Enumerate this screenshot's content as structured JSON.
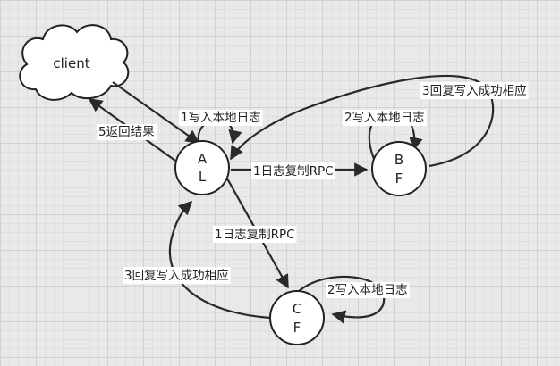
{
  "nodes": {
    "client": {
      "label": "client"
    },
    "a": {
      "line1": "A",
      "line2": "L"
    },
    "b": {
      "line1": "B",
      "line2": "F"
    },
    "c": {
      "line1": "C",
      "line2": "F"
    }
  },
  "edge_labels": {
    "a_self_write": "1写入本地日志",
    "a_to_b_rpc": "1日志复制RPC",
    "b_self_write": "2写入本地日志",
    "b_to_a_reply": "3回复写入成功相应",
    "a_to_client_result": "5返回结果",
    "a_to_c_rpc": "1日志复制RPC",
    "c_to_a_reply": "3回复写入成功相应",
    "c_self_write": "2写入本地日志"
  }
}
